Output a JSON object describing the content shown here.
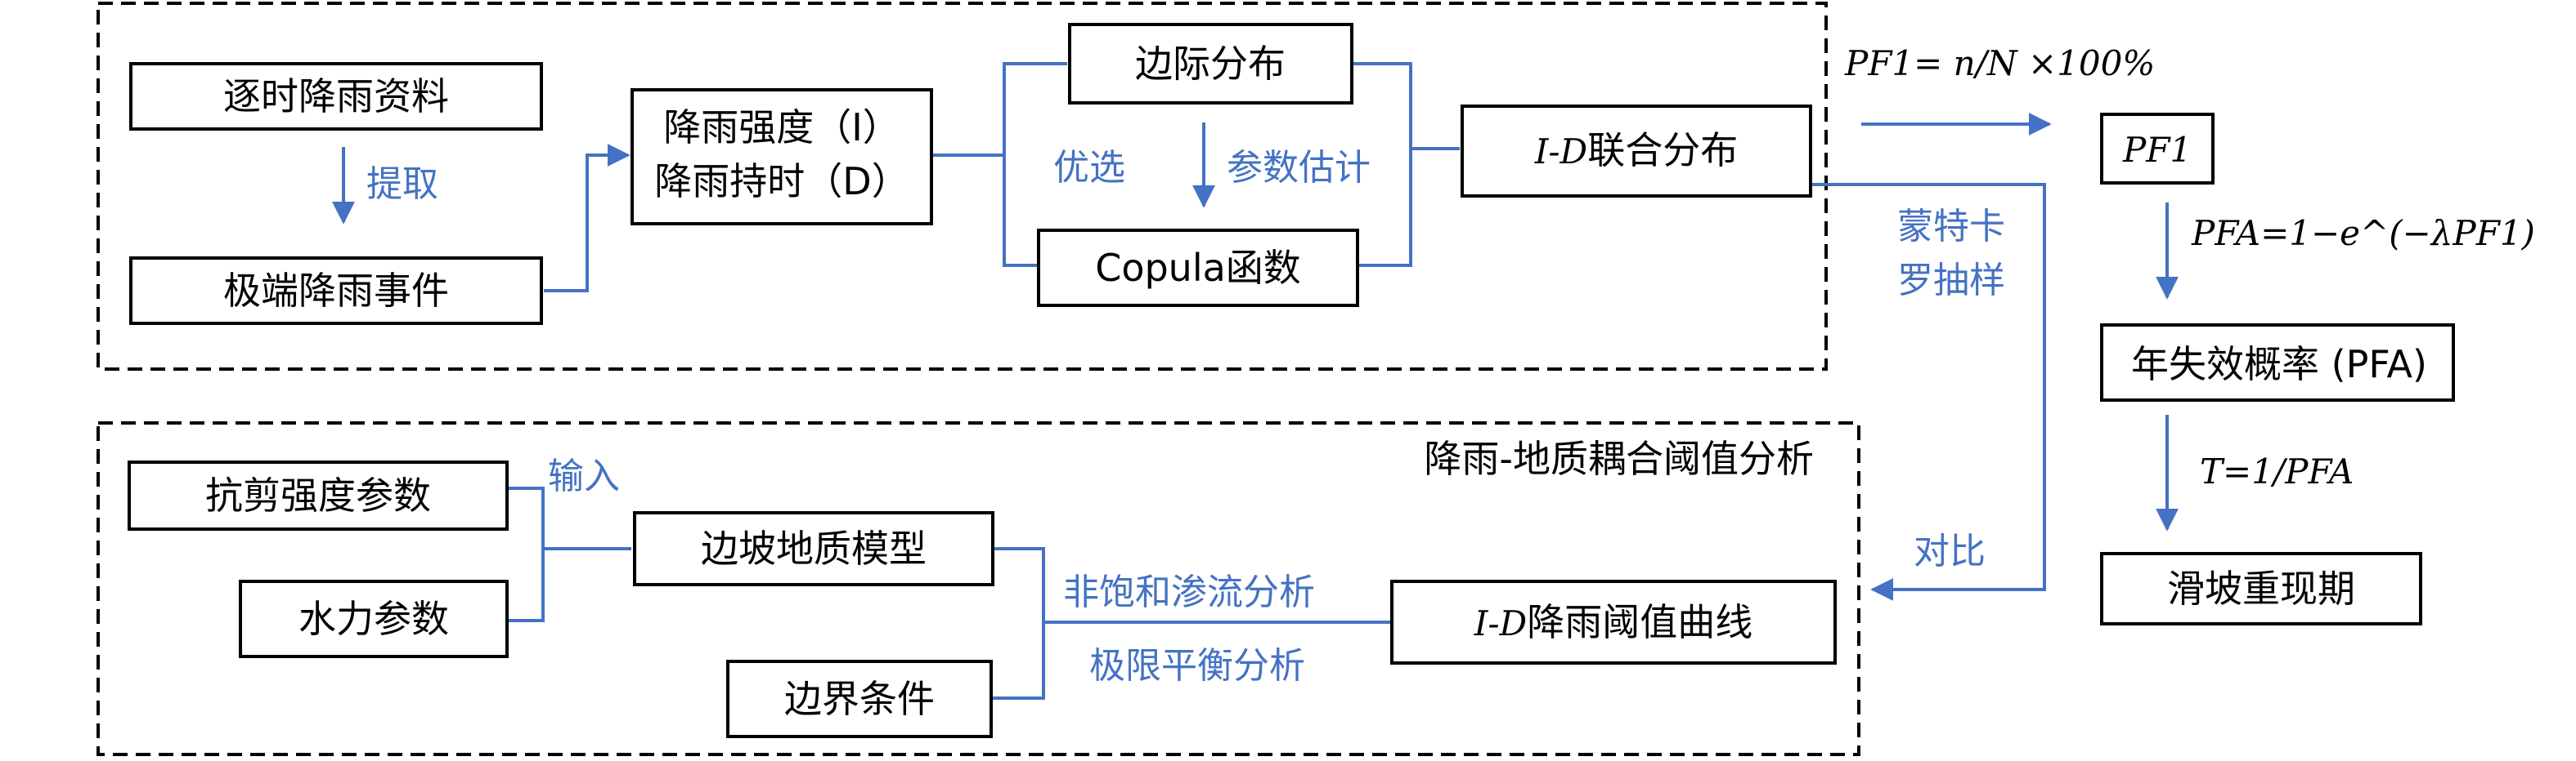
{
  "colors": {
    "accent": "#4472c4",
    "box_stroke": "#000000",
    "text": "#000000"
  },
  "top_panel": {
    "rainfall_data": "逐时降雨资料",
    "extract": "提取",
    "extreme_events": "极端降雨事件",
    "intensity_line1": "降雨强度（I）",
    "intensity_line2": "降雨持时（D）",
    "marginal": "边际分布",
    "select": "优选",
    "param_est": "参数估计",
    "copula": "Copula函数",
    "joint_dist": "联合分布",
    "joint_prefix": "I-D",
    "monte_carlo_1": "蒙特卡",
    "monte_carlo_2": "罗抽样"
  },
  "right_column": {
    "formula_pf1": "PF1= n/N ×100%",
    "pf1_box": "PF1",
    "formula_pfa": "PFA=1−e^(−λPF1)",
    "annual_failure": "年失效概率 (PFA)",
    "formula_t": "T=1/PFA",
    "recurrence": "滑坡重现期",
    "compare": "对比"
  },
  "bottom_panel": {
    "title": "降雨-地质耦合阈值分析",
    "shear": "抗剪强度参数",
    "hydraulic": "水力参数",
    "input": "输入",
    "slope_model": "边坡地质模型",
    "boundary": "边界条件",
    "unsat": "非饱和渗流分析",
    "limit_eq": "极限平衡分析",
    "threshold_prefix": "I-D",
    "threshold_curve": "降雨阈值曲线"
  }
}
